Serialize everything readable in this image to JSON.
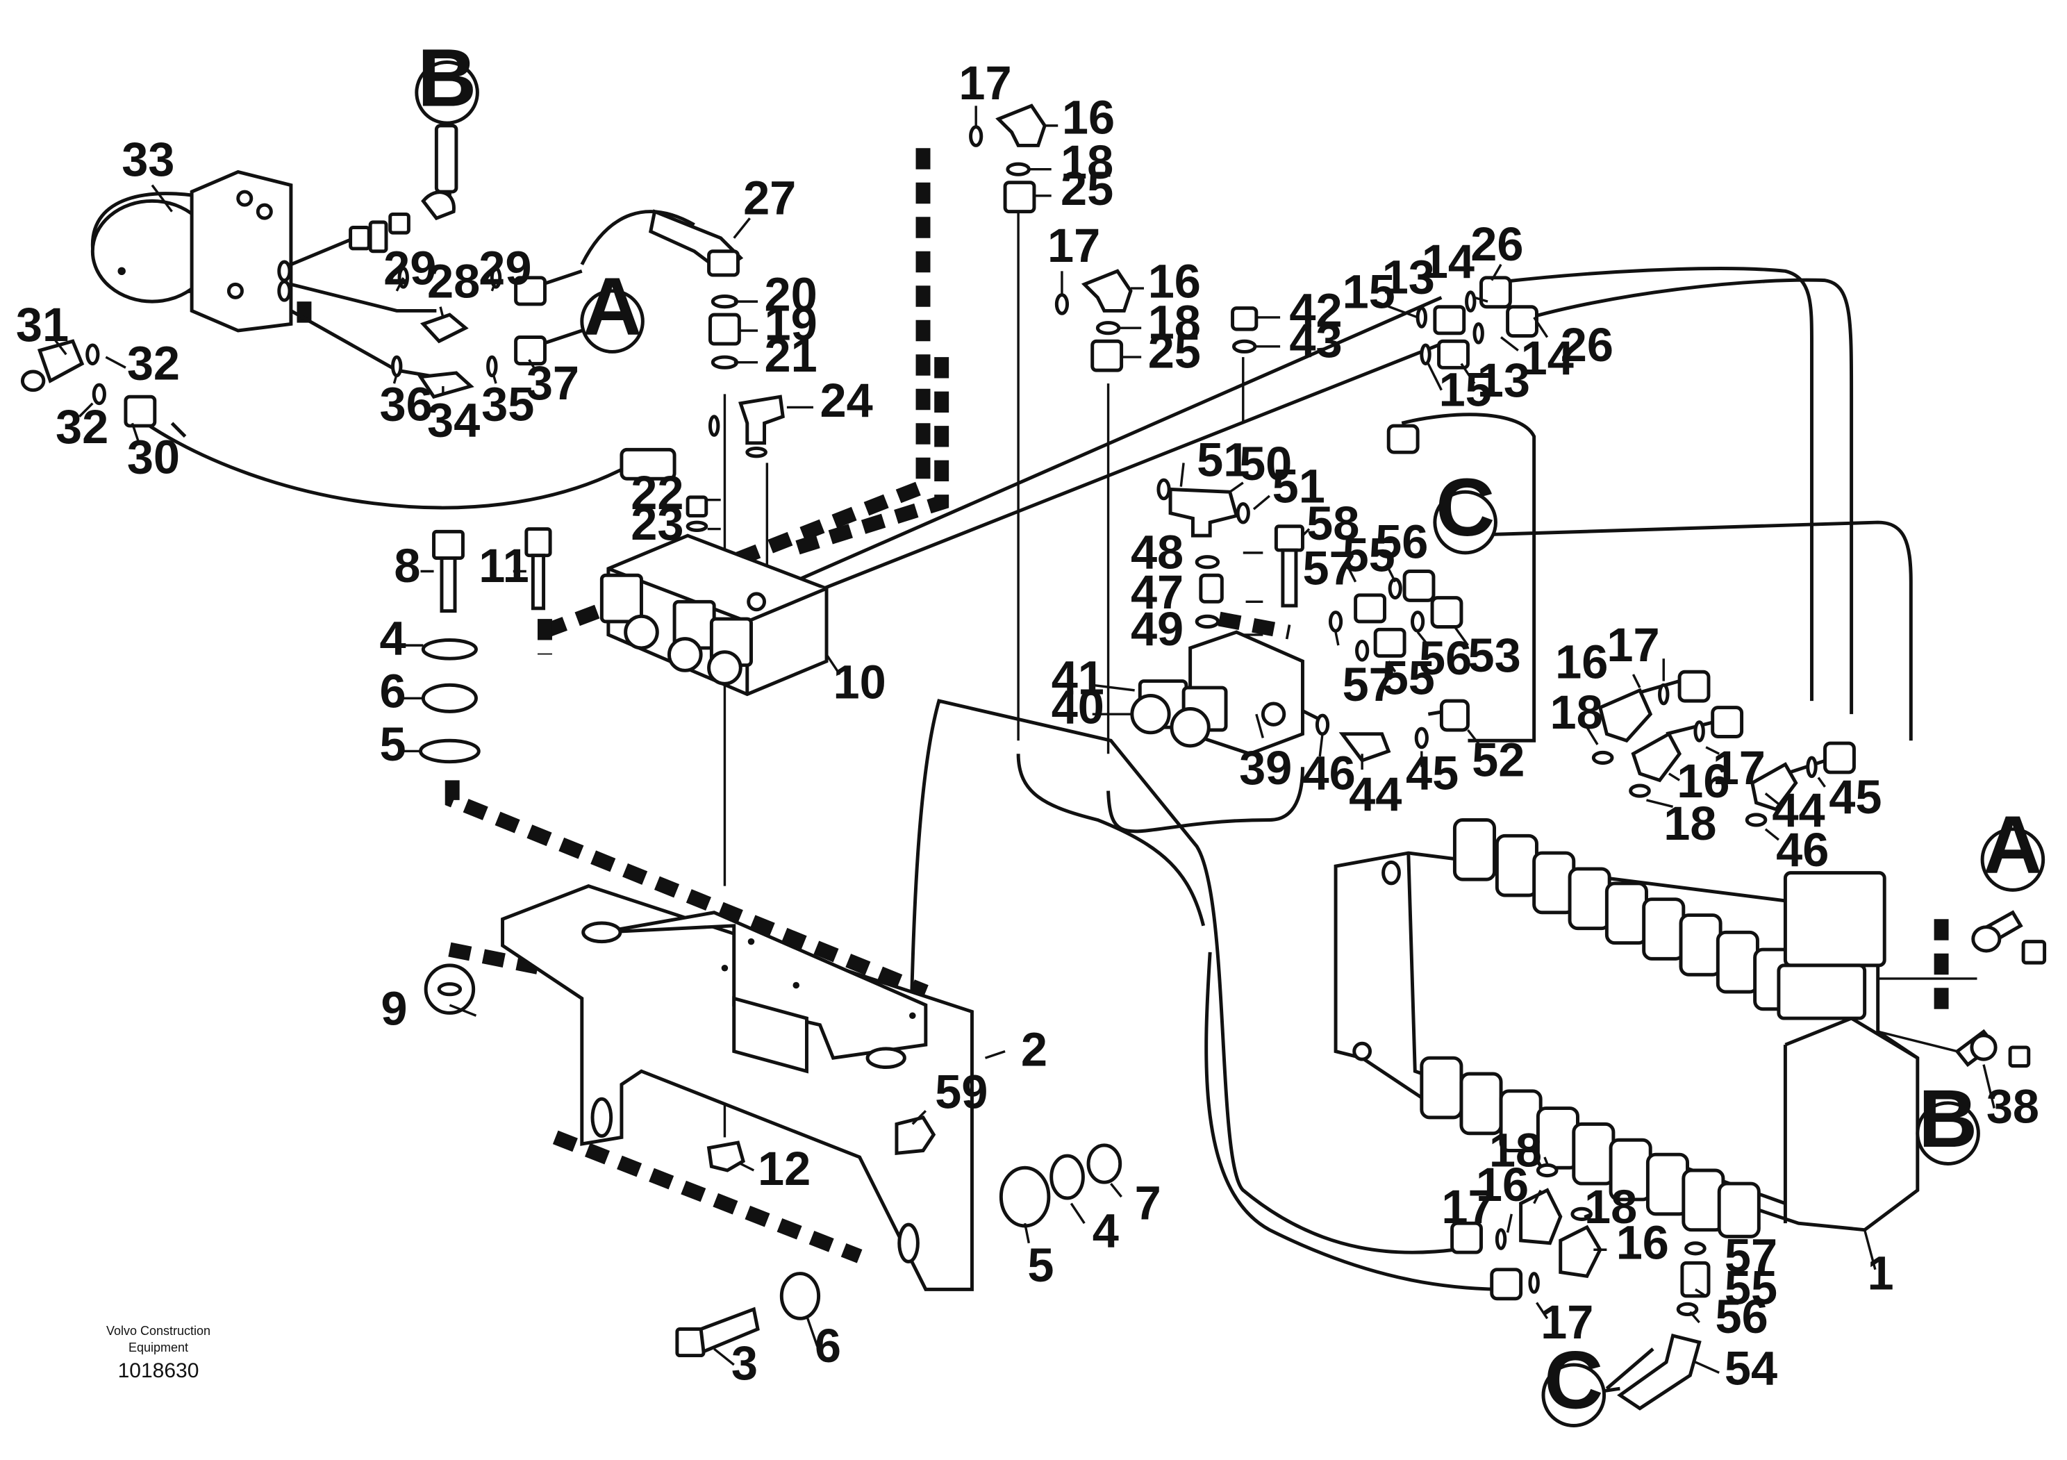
{
  "callouts": {
    "A_top": "A",
    "B_top": "B",
    "C_mid": "C",
    "A_right": "A",
    "B_right": "B",
    "C_bottom": "C"
  },
  "labels": {
    "l33": "33",
    "l31": "31",
    "l32a": "32",
    "l32b": "32",
    "l30": "30",
    "l29a": "29",
    "l28": "28",
    "l29b": "29",
    "l36": "36",
    "l34": "34",
    "l35": "35",
    "l37": "37",
    "l27": "27",
    "l20": "20",
    "l19": "19",
    "l21": "21",
    "l24": "24",
    "l17a": "17",
    "l16a": "16",
    "l18a": "18",
    "l25a": "25",
    "l17b": "17",
    "l16b": "16",
    "l18b": "18",
    "l25b": "25",
    "l42": "42",
    "l43": "43",
    "l15a": "15",
    "l13a": "13",
    "l14a": "14",
    "l26a": "26",
    "l14b": "14",
    "l26b": "26",
    "l15b": "15",
    "l13b": "13",
    "l22": "22",
    "l23": "23",
    "l8": "8",
    "l11": "11",
    "l4a": "4",
    "l6a": "6",
    "l5a": "5",
    "l10": "10",
    "l51a": "51",
    "l50": "50",
    "l51b": "51",
    "l48": "48",
    "l47": "47",
    "l49": "49",
    "l58": "58",
    "l57a": "57",
    "l55a": "55",
    "l56a": "56",
    "l57b": "57",
    "l55b": "55",
    "l56b": "56",
    "l53": "53",
    "l41": "41",
    "l40": "40",
    "l39": "39",
    "l46a": "46",
    "l44a": "44",
    "l45a": "45",
    "l52": "52",
    "l16c": "16",
    "l17c": "17",
    "l18c": "18",
    "l16d": "16",
    "l17d": "17",
    "l18d": "18",
    "l44b": "44",
    "l45b": "45",
    "l46b": "46",
    "l9": "9",
    "l2": "2",
    "l59": "59",
    "l12": "12",
    "l7": "7",
    "l4b": "4",
    "l5b": "5",
    "l3": "3",
    "l6b": "6",
    "l38": "38",
    "l1": "1",
    "l18e": "18",
    "l16e": "16",
    "l17e": "17",
    "l18f": "18",
    "l16f": "16",
    "l17f": "17",
    "l57c": "57",
    "l55c": "55",
    "l56c": "56",
    "l54": "54"
  },
  "footer": {
    "brand_line1": "Volvo Construction",
    "brand_line2": "Equipment",
    "drawing_number": "1018630"
  }
}
